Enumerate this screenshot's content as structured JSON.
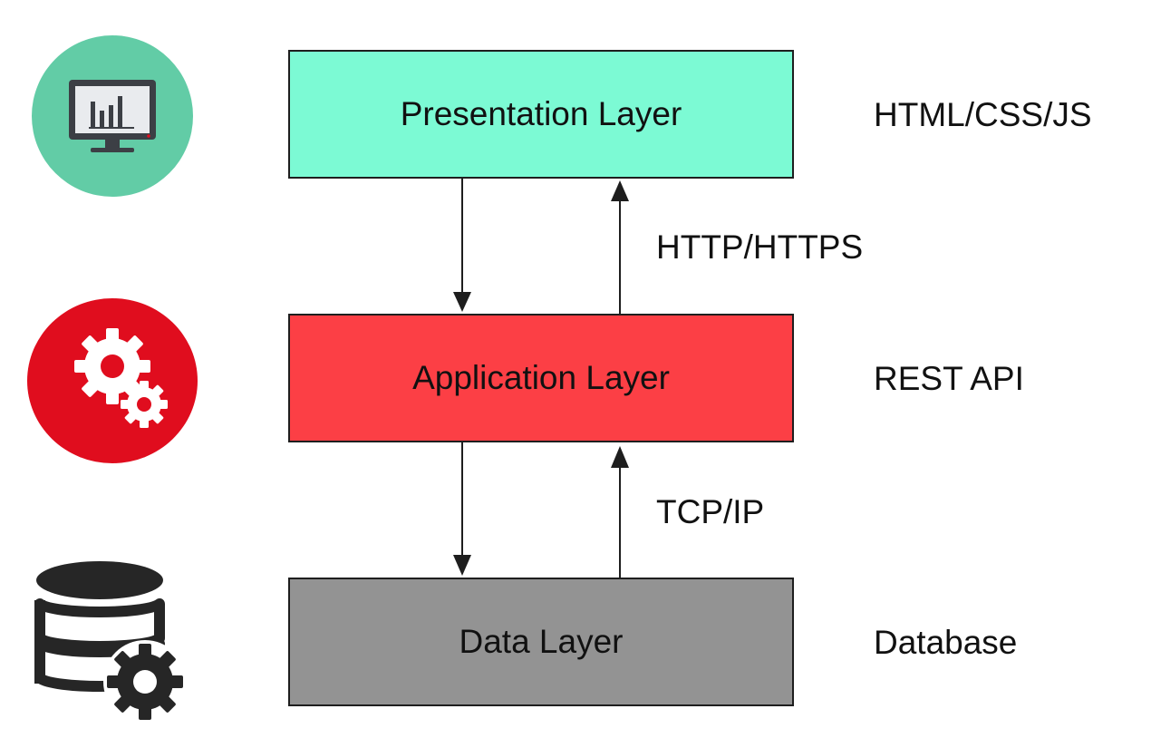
{
  "colors": {
    "presentation": "#7cfad4",
    "application": "#fc3f45",
    "data": "#939393",
    "monitor_circle": "#62cca6",
    "gears_circle": "#e00d1e",
    "db_icon": "#262626",
    "stroke": "#1e1e1e"
  },
  "layers": [
    {
      "id": "presentation",
      "label": "Presentation Layer",
      "tech": "HTML/CSS/JS",
      "icon": "monitor-chart-icon"
    },
    {
      "id": "application",
      "label": "Application Layer",
      "tech": "REST API",
      "icon": "gears-icon"
    },
    {
      "id": "data",
      "label": "Data Layer",
      "tech": "Database",
      "icon": "database-gear-icon"
    }
  ],
  "protocols": [
    {
      "between": [
        "presentation",
        "application"
      ],
      "label": "HTTP/HTTPS"
    },
    {
      "between": [
        "application",
        "data"
      ],
      "label": "TCP/IP"
    }
  ]
}
